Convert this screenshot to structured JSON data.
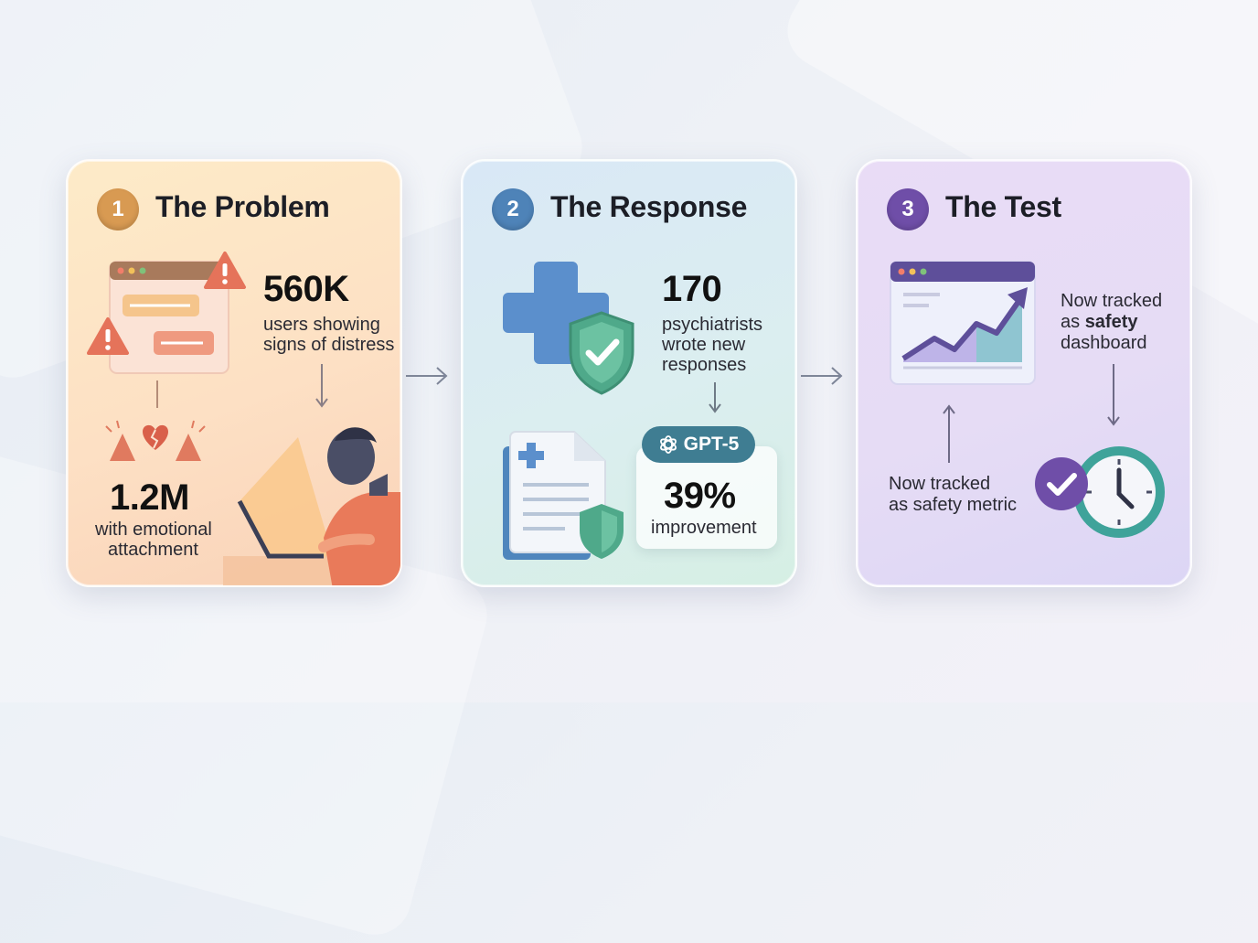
{
  "steps": [
    {
      "number": "1",
      "title": "The Problem",
      "stat_primary": {
        "value": "560K",
        "line1": "users showing",
        "line2": "signs of distress"
      },
      "stat_secondary": {
        "value": "1.2M",
        "line1": "with emotional",
        "line2": "attachment"
      }
    },
    {
      "number": "2",
      "title": "The Response",
      "stat_primary": {
        "value": "170",
        "line1": "psychiatrists",
        "line2": "wrote new",
        "line3": "responses"
      },
      "model_badge": "GPT-5",
      "stat_secondary": {
        "value": "39%",
        "line1": "improvement"
      }
    },
    {
      "number": "3",
      "title": "The Test",
      "note_top": {
        "line1": "Now tracked",
        "line2_prefix": "as ",
        "line2_bold": "safety",
        "line3": "dashboard"
      },
      "note_bottom": {
        "line1": "Now tracked",
        "line2": "as safety metric"
      }
    }
  ],
  "icons": [
    "browser-chat-icon",
    "warning-icon",
    "heartbreak-icon",
    "person-laptop-icon",
    "medical-cross-icon",
    "shield-check-icon",
    "document-icon",
    "openai-logo-icon",
    "dashboard-chart-icon",
    "clock-icon",
    "checkmark-icon"
  ],
  "colors": {
    "step1": "#d89a52",
    "step2": "#4e83b8",
    "step3": "#6f4ea8",
    "warning": "#e5735a",
    "shield": "#4fa98a",
    "clock": "#3fa39a"
  }
}
